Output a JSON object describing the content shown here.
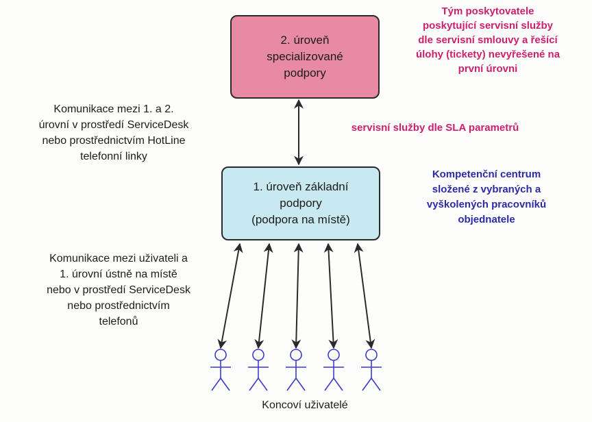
{
  "boxes": {
    "level2": {
      "lines": [
        "2. úroveň",
        "specializované",
        "podpory"
      ]
    },
    "level1": {
      "lines": [
        "1. úroveň základní",
        "podpory",
        "(podpora na místě)"
      ]
    }
  },
  "notes": {
    "provider_team": [
      "Tým poskytovatele",
      "poskytující servisní služby",
      "dle servisní smlouvy a řešící",
      "úlohy (tickety) nevyřešené na",
      "první úrovni"
    ],
    "communication_1_2": [
      "Komunikace mezi 1. a 2.",
      "úrovní v prostředí ServiceDesk",
      "nebo prostřednictvím HotLine",
      "telefonní linky"
    ],
    "sla": [
      "servisní služby dle SLA parametrů"
    ],
    "competence_center": [
      "Kompetenční centrum",
      "složené z vybraných a",
      "vyškolených pracovníků",
      "objednatele"
    ],
    "communication_users": [
      "Komunikace mezi uživateli a",
      "1. úrovní ústně na místě",
      "nebo v prostředí ServiceDesk",
      "nebo prostřednictvím",
      "telefonů"
    ]
  },
  "end_users_label": "Koncoví uživatelé",
  "user_count": 5,
  "colors": {
    "level2_box": "#e98aa4",
    "level1_box": "#c8e9f1",
    "magenta_text": "#cc1f6e",
    "blue_text": "#2c2aa6",
    "line": "#2a2a2a",
    "figure": "#3a3acc"
  }
}
